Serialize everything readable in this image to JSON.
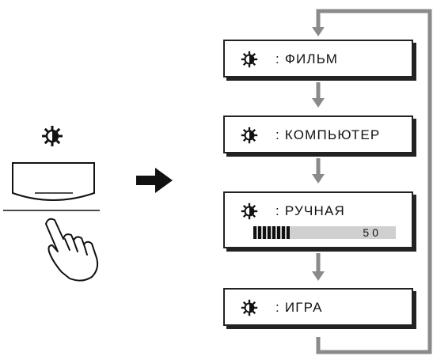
{
  "modes": [
    {
      "key": "film",
      "label": ": ФИЛЬМ"
    },
    {
      "key": "computer",
      "label": ": КОМПЬЮТЕР"
    },
    {
      "key": "manual",
      "label": ": РУЧНАЯ",
      "level_value": "50",
      "level_fraction": 0.25
    },
    {
      "key": "game",
      "label": ": ИГРА"
    }
  ],
  "icons": {
    "mode_icon": "brightness-contrast-icon",
    "pointer": "hand-pointer-icon",
    "arrow": "right-arrow-icon"
  },
  "colors": {
    "cycle_line": "#8a8a8a",
    "box_border": "#222222",
    "bar_bg": "#d0d0d0",
    "ink": "#111111"
  }
}
